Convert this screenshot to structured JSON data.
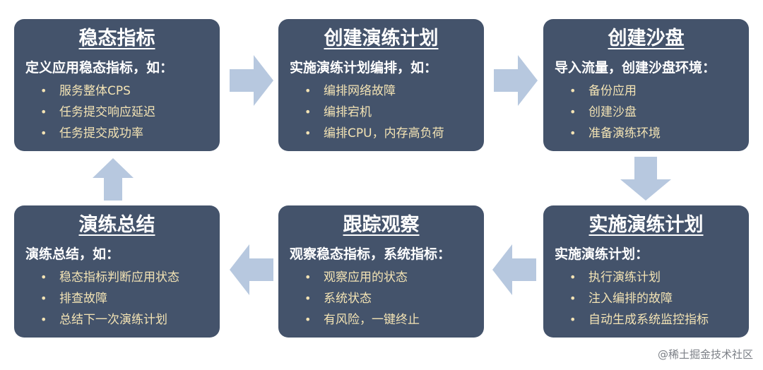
{
  "boxes": [
    {
      "title": "稳态指标",
      "intro": "定义应用稳态指标，如：",
      "items": [
        "服务整体CPS",
        "任务提交响应延迟",
        "任务提交成功率"
      ]
    },
    {
      "title": "创建演练计划",
      "intro": "实施演练计划编排，如：",
      "items": [
        "编排网络故障",
        "编排宕机",
        "编排CPU，内存高负荷"
      ]
    },
    {
      "title": "创建沙盘",
      "intro": "导入流量，创建沙盘环境：",
      "items": [
        "备份应用",
        "创建沙盘",
        "准备演练环境"
      ]
    },
    {
      "title": "演练总结",
      "intro": "演练总结，如：",
      "items": [
        "稳态指标判断应用状态",
        "排查故障",
        "总结下一次演练计划"
      ]
    },
    {
      "title": "跟踪观察",
      "intro": "观察稳态指标，系统指标：",
      "items": [
        "观察应用的状态",
        "系统状态",
        "有风险，一键终止"
      ]
    },
    {
      "title": "实施演练计划",
      "intro": "实施演练计划：",
      "items": [
        "执行演练计划",
        "注入编排的故障",
        "自动生成系统监控指标"
      ]
    }
  ],
  "bullet": "•",
  "watermark": "@稀土掘金技术社区",
  "colors": {
    "box_background": "#44536b",
    "title_text": "#ffffff",
    "item_text": "#f3e3b4",
    "arrow": "#b7c8df"
  }
}
